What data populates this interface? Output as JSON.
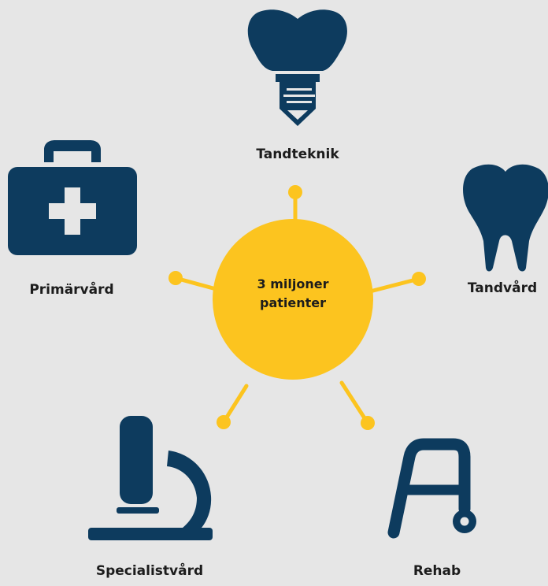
{
  "center": {
    "line1": "3 miljoner",
    "line2": "patienter"
  },
  "nodes": [
    {
      "id": "tandteknik",
      "label": "Tandteknik",
      "icon": "dental-implant-icon"
    },
    {
      "id": "tandvard",
      "label": "Tandvård",
      "icon": "tooth-icon"
    },
    {
      "id": "rehab",
      "label": "Rehab",
      "icon": "walker-icon"
    },
    {
      "id": "specialistvard",
      "label": "Specialistvård",
      "icon": "microscope-icon"
    },
    {
      "id": "primarvard",
      "label": "Primärvård",
      "icon": "first-aid-kit-icon"
    }
  ],
  "colors": {
    "background": "#e6e6e6",
    "hub": "#fcc41f",
    "icon": "#0d3b5e",
    "text": "#1c1c1c"
  }
}
